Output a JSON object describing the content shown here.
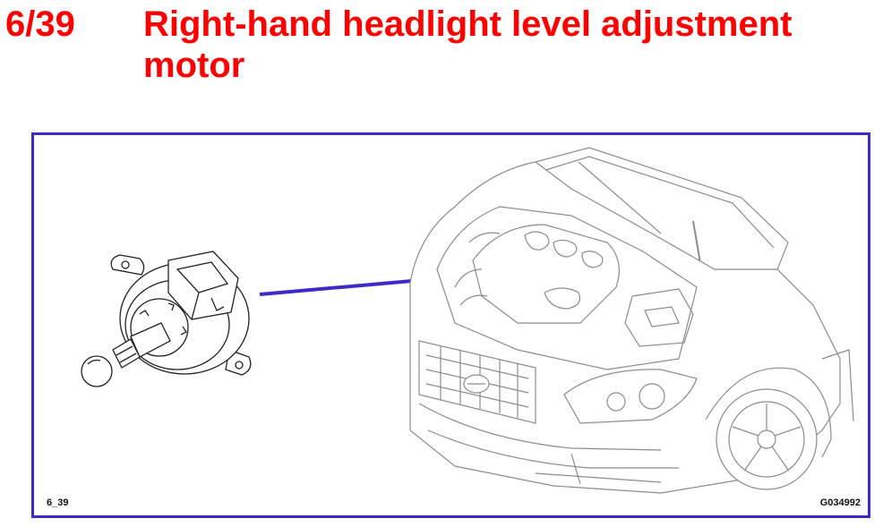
{
  "slide": {
    "number": "6/39",
    "title": "Right-hand headlight level adjustment motor"
  },
  "figure": {
    "label_left": "6_39",
    "label_right": "G034992",
    "colors": {
      "frame": "#3d2bc8",
      "pointer": "#3d2bc8",
      "title": "#ff0000",
      "drawing": "#8c8c8c"
    }
  }
}
